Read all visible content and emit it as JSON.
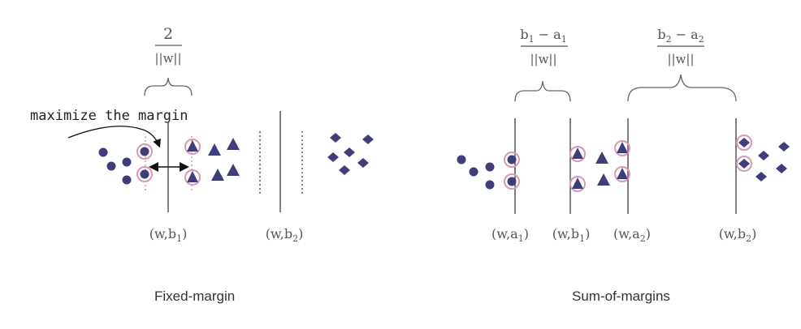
{
  "colors": {
    "circle": "#3f3d7a",
    "triangle": "#3f3d7a",
    "diamond": "#3f3d7a",
    "support_ring": "#d59ab4",
    "hyperplane": "#555555",
    "math_text": "#555555"
  },
  "fixed_margin": {
    "caption": "Fixed-margin",
    "annotation": "maximize the margin",
    "width_label_num": "2",
    "width_label_den": "||w||",
    "plane_labels": [
      {
        "pre": "(w,b",
        "sub": "1",
        "post": ")"
      },
      {
        "pre": "(w,b",
        "sub": "2",
        "post": ")"
      }
    ]
  },
  "sum_of_margins": {
    "caption": "Sum-of-margins",
    "margin1_num": {
      "pre": "b",
      "sub": "1",
      "mid": " − a",
      "sub2": "1"
    },
    "margin1_den": "||w||",
    "margin2_num": {
      "pre": "b",
      "sub": "2",
      "mid": " − a",
      "sub2": "2"
    },
    "margin2_den": "||w||",
    "plane_labels": [
      {
        "pre": "(w,a",
        "sub": "1",
        "post": ")"
      },
      {
        "pre": "(w,b",
        "sub": "1",
        "post": ")"
      },
      {
        "pre": "(w,a",
        "sub": "2",
        "post": ")"
      },
      {
        "pre": "(w,b",
        "sub": "2",
        "post": ")"
      }
    ]
  }
}
